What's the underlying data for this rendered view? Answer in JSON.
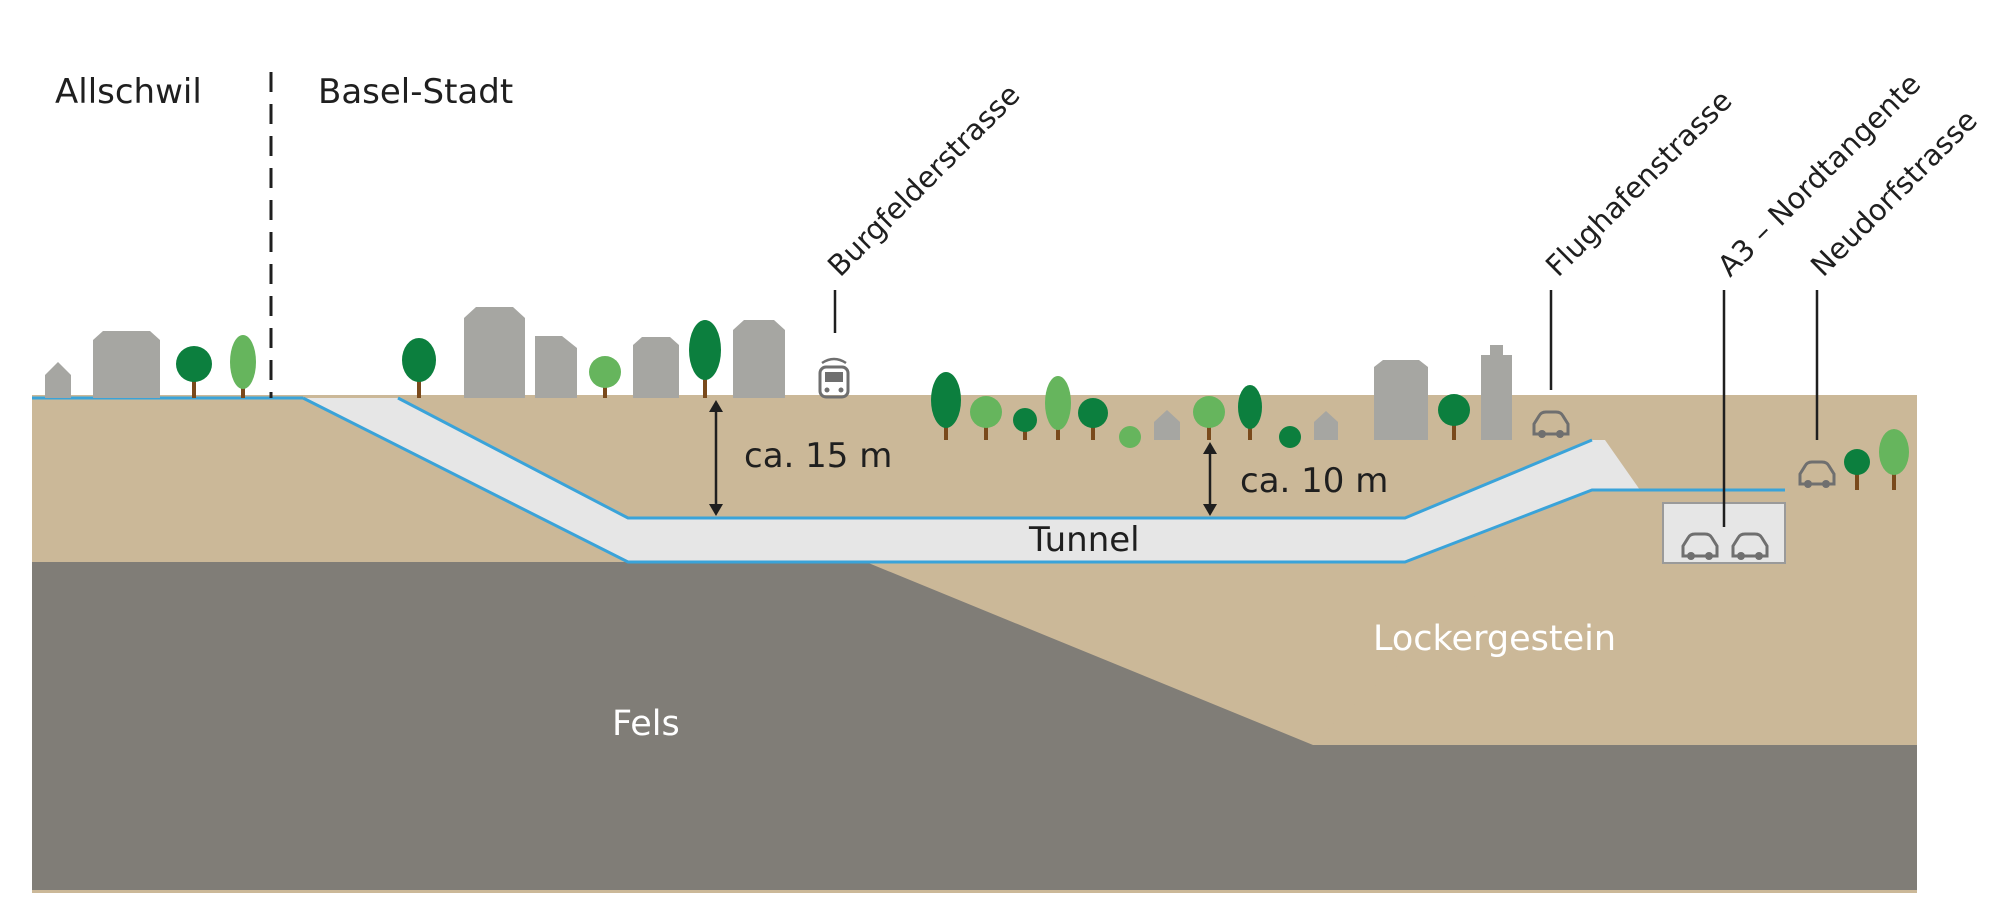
{
  "labels": {
    "allschwil": "Allschwil",
    "basel_stadt": "Basel-Stadt",
    "burgfelderstrasse": "Burgfelderstrasse",
    "flughafenstrasse": "Flughafenstrasse",
    "a3_nordtangente": "A3 – Nordtangente",
    "neudorfstrasse": "Neudorfstrasse",
    "depth_1": "ca. 15 m",
    "depth_2": "ca. 10 m",
    "tunnel": "Tunnel",
    "fels": "Fels",
    "lockergestein": "Lockergestein"
  },
  "colors": {
    "soil": "#cbb898",
    "rock": "#807d77",
    "tunnel": "#e6e6e6",
    "outline": "#3aa3d9",
    "building": "#a6a6a2",
    "tree_dark": "#0c7f3e",
    "tree_light": "#66b55d",
    "trunk": "#7a4a1c"
  }
}
